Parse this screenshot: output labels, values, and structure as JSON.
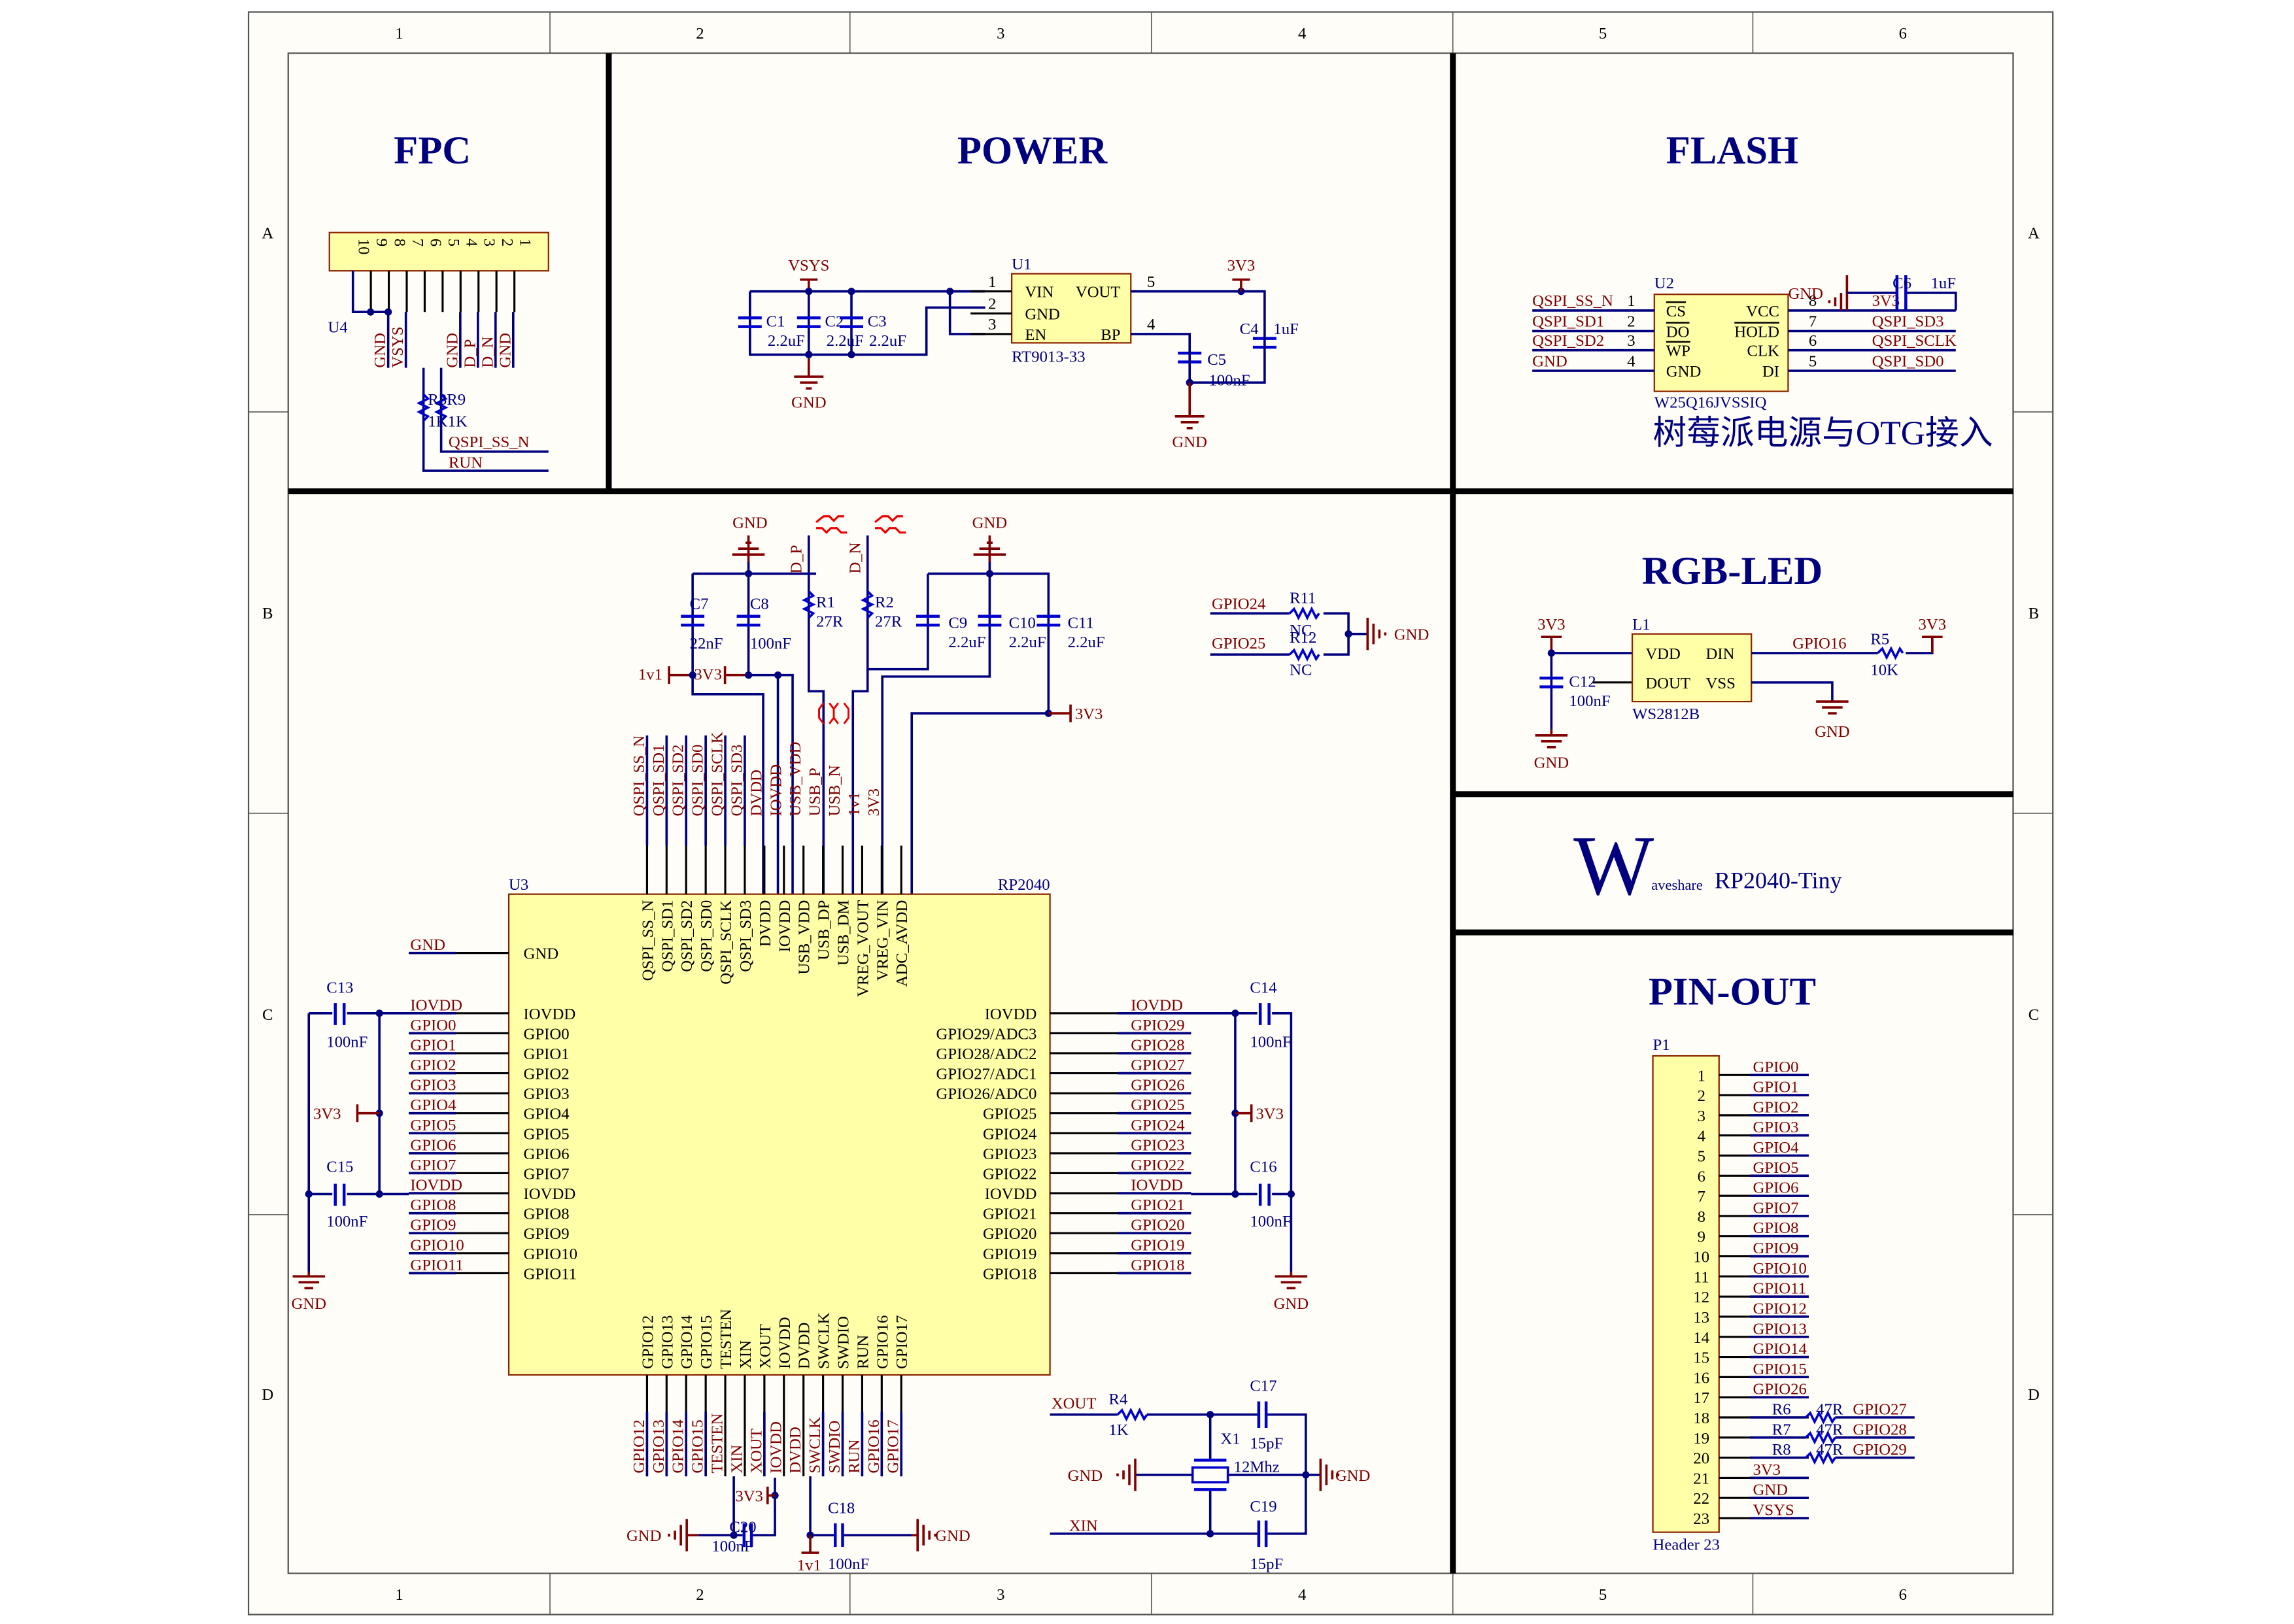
{
  "frame": {
    "columns": [
      "1",
      "2",
      "3",
      "4",
      "5",
      "6"
    ],
    "rows": [
      "A",
      "B",
      "C",
      "D"
    ]
  },
  "sections": {
    "fpc": "FPC",
    "power": "POWER",
    "flash": "FLASH",
    "rgb_led": "RGB-LED",
    "pin_out": "PIN-OUT",
    "note_cn": "树莓派电源与OTG接入"
  },
  "logo": {
    "letter": "W",
    "small": "aveshare",
    "product": "RP2040-Tiny"
  },
  "fpc": {
    "designator": "U4",
    "pin_numbers": [
      "10",
      "9",
      "8",
      "7",
      "6",
      "5",
      "4",
      "3",
      "2",
      "1"
    ],
    "nets": [
      "GND",
      "VSYS",
      "GND",
      "D_P",
      "D_N",
      "GND"
    ],
    "resistors": [
      {
        "ref": "R3",
        "value": "1K"
      },
      {
        "ref": "R9",
        "value": "1K"
      }
    ],
    "res_label": "R3R9",
    "res_value": "1K1K",
    "out_nets": [
      "QSPI_SS_N",
      "RUN"
    ]
  },
  "power": {
    "vin_net": "VSYS",
    "vout_net": "3V3",
    "gnd_net": "GND",
    "ic": {
      "ref": "U1",
      "part": "RT9013-33",
      "left_pins": [
        {
          "num": "1",
          "name": "VIN"
        },
        {
          "num": "2",
          "name": "GND"
        },
        {
          "num": "3",
          "name": "EN"
        }
      ],
      "right_pins": [
        {
          "num": "5",
          "name": "VOUT"
        },
        {
          "num": "4",
          "name": "BP"
        }
      ]
    },
    "caps": [
      {
        "ref": "C1",
        "value": "2.2uF"
      },
      {
        "ref": "C2",
        "value": "2.2uF"
      },
      {
        "ref": "C3",
        "value": "2.2uF"
      },
      {
        "ref": "C4",
        "value": "1uF"
      },
      {
        "ref": "C5",
        "value": "100nF"
      }
    ]
  },
  "flash": {
    "ic": {
      "ref": "U2",
      "part": "W25Q16JVSSIQ",
      "left_pins": [
        {
          "num": "1",
          "name": "CS",
          "net": "QSPI_SS_N"
        },
        {
          "num": "2",
          "name": "DO",
          "net": "QSPI_SD1"
        },
        {
          "num": "3",
          "name": "WP",
          "net": "QSPI_SD2"
        },
        {
          "num": "4",
          "name": "GND",
          "net": "GND"
        }
      ],
      "right_pins": [
        {
          "num": "8",
          "name": "VCC",
          "net": "3V3"
        },
        {
          "num": "7",
          "name": "HOLD",
          "net": "QSPI_SD3"
        },
        {
          "num": "6",
          "name": "CLK",
          "net": "QSPI_SCLK"
        },
        {
          "num": "5",
          "name": "DI",
          "net": "QSPI_SD0"
        }
      ]
    },
    "cap": {
      "ref": "C6",
      "value": "1uF"
    },
    "gnd_net": "GND"
  },
  "mcu": {
    "ref": "U3",
    "part": "RP2040",
    "top_pins": [
      "QSPI_SS_N",
      "QSPI_SD1",
      "QSPI_SD2",
      "QSPI_SD0",
      "QSPI_SCLK",
      "QSPI_SD3",
      "DVDD",
      "IOVDD",
      "USB_VDD",
      "USB_DP",
      "USB_DM",
      "VREG_VOUT",
      "VREG_VIN",
      "ADC_AVDD"
    ],
    "top_nets": [
      "QSPI_SS_N",
      "QSPI_SD1",
      "QSPI_SD2",
      "QSPI_SD0",
      "QSPI_SCLK",
      "QSPI_SD3",
      "DVDD",
      "IOVDD",
      "USB_VDD",
      "USB_P",
      "USB_N",
      "1v1",
      "3V3"
    ],
    "left_gnd": "GND",
    "left_pins": [
      "IOVDD",
      "GPIO0",
      "GPIO1",
      "GPIO2",
      "GPIO3",
      "GPIO4",
      "GPIO5",
      "GPIO6",
      "GPIO7",
      "IOVDD",
      "GPIO8",
      "GPIO9",
      "GPIO10",
      "GPIO11"
    ],
    "right_pins": [
      "IOVDD",
      "GPIO29/ADC3",
      "GPIO28/ADC2",
      "GPIO27/ADC1",
      "GPIO26/ADC0",
      "GPIO25",
      "GPIO24",
      "GPIO23",
      "GPIO22",
      "IOVDD",
      "GPIO21",
      "GPIO20",
      "GPIO19",
      "GPIO18"
    ],
    "right_nets": [
      "IOVDD",
      "GPIO29",
      "GPIO28",
      "GPIO27",
      "GPIO26",
      "GPIO25",
      "GPIO24",
      "GPIO23",
      "GPIO22",
      "IOVDD",
      "GPIO21",
      "GPIO20",
      "GPIO19",
      "GPIO18"
    ],
    "bottom_pins": [
      "GPIO12",
      "GPIO13",
      "GPIO14",
      "GPIO15",
      "TESTEN",
      "XIN",
      "XOUT",
      "IOVDD",
      "DVDD",
      "SWCLK",
      "SWDIO",
      "RUN",
      "GPIO16",
      "GPIO17"
    ],
    "bottom_nets": [
      "GPIO12",
      "GPIO13",
      "GPIO14",
      "GPIO15",
      "TESTEN",
      "XIN",
      "XOUT",
      "IOVDD",
      "DVDD",
      "SWCLK",
      "SWDIO",
      "RUN",
      "GPIO16",
      "GPIO17"
    ]
  },
  "mcu_top_parts": {
    "gnd": "GND",
    "dp": "D_P",
    "dn": "D_N",
    "v1v1": "1v1",
    "v3v3": "3V3",
    "caps": [
      {
        "ref": "C7",
        "value": "22nF"
      },
      {
        "ref": "C8",
        "value": "100nF"
      },
      {
        "ref": "C9",
        "value": "2.2uF"
      },
      {
        "ref": "C10",
        "value": "2.2uF"
      },
      {
        "ref": "C11",
        "value": "2.2uF"
      }
    ],
    "resistors": [
      {
        "ref": "R1",
        "value": "27R"
      },
      {
        "ref": "R2",
        "value": "27R"
      }
    ]
  },
  "mcu_side_caps": {
    "left": [
      {
        "ref": "C13",
        "value": "100nF"
      },
      {
        "ref": "C15",
        "value": "100nF"
      }
    ],
    "right": [
      {
        "ref": "C14",
        "value": "100nF"
      },
      {
        "ref": "C16",
        "value": "100nF"
      }
    ],
    "v3v3": "3V3",
    "gnd": "GND"
  },
  "mcu_bottom_parts": {
    "v3v3": "3V3",
    "v1v1": "1v1",
    "gnd": "GND",
    "caps": [
      {
        "ref": "C20",
        "value": "100nF"
      },
      {
        "ref": "C18",
        "value": "100nF"
      }
    ]
  },
  "nc_resistors": {
    "rows": [
      {
        "net": "GPIO24",
        "ref": "R11",
        "value": "NC"
      },
      {
        "net": "GPIO25",
        "ref": "R12",
        "value": "NC"
      }
    ],
    "gnd": "GND"
  },
  "crystal": {
    "xout": "XOUT",
    "xin": "XIN",
    "resistor": {
      "ref": "R4",
      "value": "1K"
    },
    "crystal": {
      "ref": "X1",
      "value": "12Mhz"
    },
    "caps": [
      {
        "ref": "C17",
        "value": "15pF"
      },
      {
        "ref": "C19",
        "value": "15pF"
      }
    ],
    "gnd": "GND"
  },
  "rgb": {
    "v3v3": "3V3",
    "gnd": "GND",
    "ic": {
      "ref": "L1",
      "part": "WS2812B",
      "pins": [
        "VDD",
        "DIN",
        "DOUT",
        "VSS"
      ]
    },
    "din_net": "GPIO16",
    "cap": {
      "ref": "C12",
      "value": "100nF"
    },
    "resistor": {
      "ref": "R5",
      "value": "10K"
    }
  },
  "header": {
    "ref": "P1",
    "part": "Header 23",
    "pins": [
      {
        "num": "1",
        "net": "GPIO0"
      },
      {
        "num": "2",
        "net": "GPIO1"
      },
      {
        "num": "3",
        "net": "GPIO2"
      },
      {
        "num": "4",
        "net": "GPIO3"
      },
      {
        "num": "5",
        "net": "GPIO4"
      },
      {
        "num": "6",
        "net": "GPIO5"
      },
      {
        "num": "7",
        "net": "GPIO6"
      },
      {
        "num": "8",
        "net": "GPIO7"
      },
      {
        "num": "9",
        "net": "GPIO8"
      },
      {
        "num": "10",
        "net": "GPIO9"
      },
      {
        "num": "11",
        "net": "GPIO10"
      },
      {
        "num": "12",
        "net": "GPIO11"
      },
      {
        "num": "13",
        "net": "GPIO12"
      },
      {
        "num": "14",
        "net": "GPIO13"
      },
      {
        "num": "15",
        "net": "GPIO14"
      },
      {
        "num": "16",
        "net": "GPIO15"
      },
      {
        "num": "17",
        "net": "GPIO26"
      },
      {
        "num": "18",
        "net": "",
        "res": "R6",
        "res_value": "47R",
        "far_net": "GPIO27"
      },
      {
        "num": "19",
        "net": "",
        "res": "R7",
        "res_value": "47R",
        "far_net": "GPIO28"
      },
      {
        "num": "20",
        "net": "",
        "res": "R8",
        "res_value": "47R",
        "far_net": "GPIO29"
      },
      {
        "num": "21",
        "net": "3V3"
      },
      {
        "num": "22",
        "net": "GND"
      },
      {
        "num": "23",
        "net": "VSYS"
      }
    ]
  }
}
